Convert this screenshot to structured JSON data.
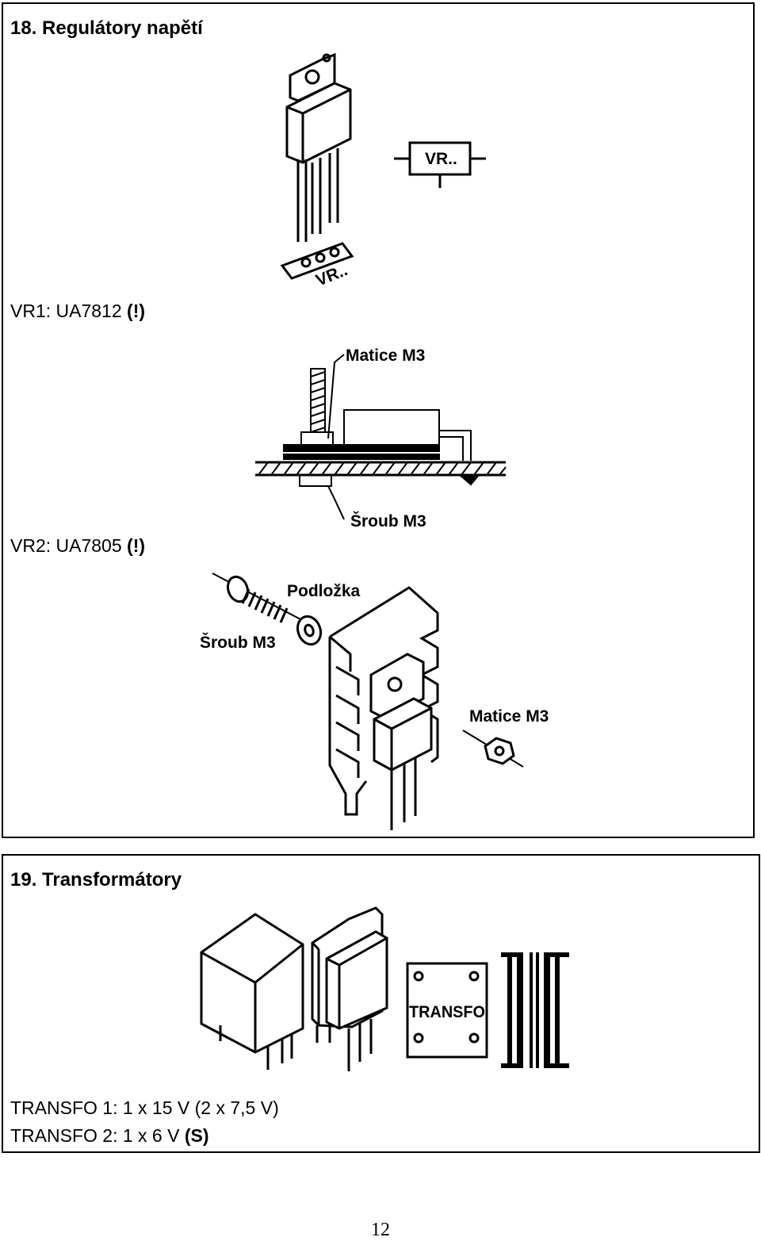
{
  "section18": {
    "title": "18. Regulátory napětí",
    "vr1": {
      "prefix": "VR1: UA7812 ",
      "mark": "(!)"
    },
    "vr2": {
      "prefix": "VR2: UA7805 ",
      "mark": "(!)"
    },
    "fig1": {
      "symbol_label": "VR..",
      "pcb_label": "VR.."
    },
    "fig2": {
      "nut_label": "Matice M3",
      "screw_label": "Šroub M3"
    },
    "fig3": {
      "washer_label": "Podložka",
      "screw_label": "Šroub M3",
      "nut_label": "Matice M3"
    }
  },
  "section19": {
    "title": "19. Transformátory",
    "fig_label": "TRANSFO",
    "transfo1": "TRANSFO 1: 1 x 15 V (2 x 7,5 V)",
    "transfo2": {
      "prefix": "TRANSFO 2: 1 x 6 V ",
      "mark": "(S)"
    }
  },
  "page_number": "12"
}
